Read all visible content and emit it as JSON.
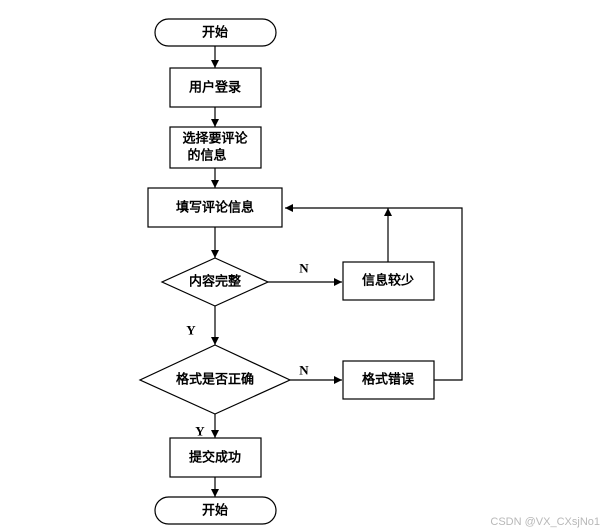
{
  "flowchart": {
    "nodes": {
      "start": "开始",
      "login": "用户登录",
      "select_line1": "选择要评论",
      "select_line2": "的信息",
      "fill": "填写评论信息",
      "content_complete": "内容完整",
      "info_less": "信息较少",
      "format_correct": "格式是否正确",
      "format_error": "格式错误",
      "submit_success": "提交成功",
      "end": "开始"
    },
    "edge_labels": {
      "content_no": "N",
      "content_yes": "Y",
      "format_no": "N",
      "format_yes": "Y"
    }
  },
  "watermark": "CSDN @VX_CXsjNo1"
}
